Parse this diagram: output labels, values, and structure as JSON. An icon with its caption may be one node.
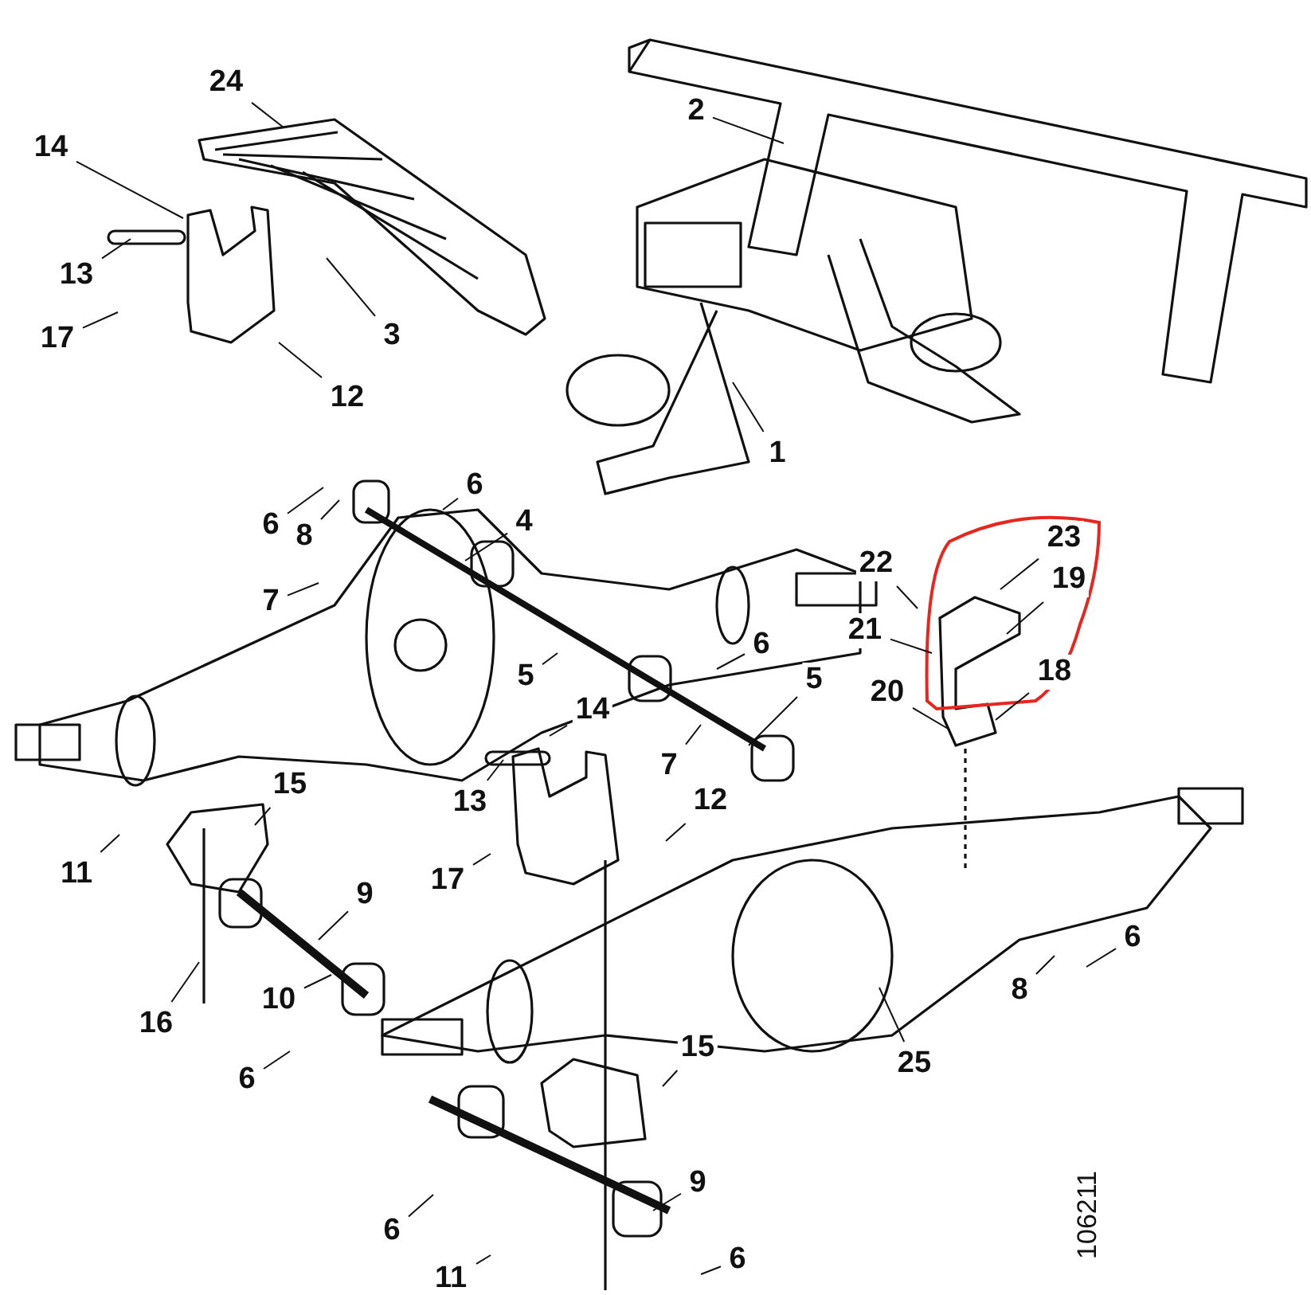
{
  "diagram": {
    "nodes": [
      {
        "text": [
          "24"
        ]
      },
      {
        "text": [
          "14"
        ]
      },
      {
        "text": [
          "2"
        ]
      },
      {
        "text": [
          "13"
        ]
      },
      {
        "text": [
          "3"
        ]
      },
      {
        "text": [
          "17"
        ]
      },
      {
        "text": [
          "12"
        ]
      },
      {
        "text": [
          "1"
        ]
      },
      {
        "text": [
          "6"
        ]
      },
      {
        "text": [
          "8"
        ]
      },
      {
        "text": [
          "6"
        ]
      },
      {
        "text": [
          "4"
        ]
      },
      {
        "text": [
          "7"
        ]
      },
      {
        "text": [
          "5"
        ]
      },
      {
        "text": [
          "6"
        ]
      },
      {
        "text": [
          "22"
        ]
      },
      {
        "text": [
          "23"
        ]
      },
      {
        "text": [
          "19"
        ]
      },
      {
        "text": [
          "21"
        ]
      },
      {
        "text": [
          "20"
        ]
      },
      {
        "text": [
          "18"
        ]
      },
      {
        "text": [
          "14"
        ]
      },
      {
        "text": [
          "5"
        ]
      },
      {
        "text": [
          "7"
        ]
      },
      {
        "text": [
          "13"
        ]
      },
      {
        "text": [
          "15"
        ]
      },
      {
        "text": [
          "12"
        ]
      },
      {
        "text": [
          "17"
        ]
      },
      {
        "text": [
          "11"
        ]
      },
      {
        "text": [
          "9"
        ]
      },
      {
        "text": [
          "10"
        ]
      },
      {
        "text": [
          "16"
        ]
      },
      {
        "text": [
          "6"
        ]
      },
      {
        "text": [
          "8"
        ]
      },
      {
        "text": [
          "6"
        ]
      },
      {
        "text": [
          "25"
        ]
      },
      {
        "text": [
          "15"
        ]
      },
      {
        "text": [
          "9"
        ]
      },
      {
        "text": [
          "6"
        ]
      },
      {
        "text": [
          "11"
        ]
      },
      {
        "text": [
          "6"
        ]
      }
    ],
    "edges": [
      {
        "from": 0,
        "to": null,
        "arrow": "none"
      },
      {
        "from": 1,
        "to": null,
        "arrow": "none"
      },
      {
        "from": 2,
        "to": null,
        "arrow": "none"
      },
      {
        "from": 3,
        "to": null,
        "arrow": "none"
      },
      {
        "from": 4,
        "to": null,
        "arrow": "none"
      },
      {
        "from": 5,
        "to": null,
        "arrow": "none"
      },
      {
        "from": 6,
        "to": null,
        "arrow": "none"
      },
      {
        "from": 7,
        "to": null,
        "arrow": "none"
      },
      {
        "from": 8,
        "to": null,
        "arrow": "none"
      },
      {
        "from": 9,
        "to": null,
        "arrow": "none"
      },
      {
        "from": 10,
        "to": null,
        "arrow": "none"
      },
      {
        "from": 11,
        "to": null,
        "arrow": "none"
      },
      {
        "from": 12,
        "to": null,
        "arrow": "none"
      },
      {
        "from": 13,
        "to": null,
        "arrow": "none"
      },
      {
        "from": 14,
        "to": null,
        "arrow": "none"
      },
      {
        "from": 15,
        "to": null,
        "arrow": "none"
      },
      {
        "from": 16,
        "to": null,
        "arrow": "none"
      },
      {
        "from": 17,
        "to": null,
        "arrow": "none"
      },
      {
        "from": 18,
        "to": null,
        "arrow": "none"
      },
      {
        "from": 19,
        "to": null,
        "arrow": "none"
      },
      {
        "from": 20,
        "to": null,
        "arrow": "none"
      },
      {
        "from": 21,
        "to": null,
        "arrow": "none"
      },
      {
        "from": 22,
        "to": null,
        "arrow": "none"
      },
      {
        "from": 23,
        "to": null,
        "arrow": "none"
      },
      {
        "from": 24,
        "to": null,
        "arrow": "none"
      },
      {
        "from": 25,
        "to": null,
        "arrow": "none"
      },
      {
        "from": 26,
        "to": null,
        "arrow": "none"
      },
      {
        "from": 27,
        "to": null,
        "arrow": "none"
      },
      {
        "from": 28,
        "to": null,
        "arrow": "none"
      },
      {
        "from": 29,
        "to": null,
        "arrow": "none"
      },
      {
        "from": 30,
        "to": null,
        "arrow": "none"
      },
      {
        "from": 31,
        "to": null,
        "arrow": "none"
      },
      {
        "from": 32,
        "to": null,
        "arrow": "none"
      },
      {
        "from": 33,
        "to": null,
        "arrow": "none"
      },
      {
        "from": 34,
        "to": null,
        "arrow": "none"
      },
      {
        "from": 35,
        "to": null,
        "arrow": "none"
      },
      {
        "from": 36,
        "to": null,
        "arrow": "none"
      },
      {
        "from": 37,
        "to": null,
        "arrow": "none"
      },
      {
        "from": 38,
        "to": null,
        "arrow": "none"
      },
      {
        "from": 39,
        "to": null,
        "arrow": "none"
      },
      {
        "from": 40,
        "to": null,
        "arrow": "none"
      }
    ],
    "labels": [
      "106211"
    ]
  }
}
